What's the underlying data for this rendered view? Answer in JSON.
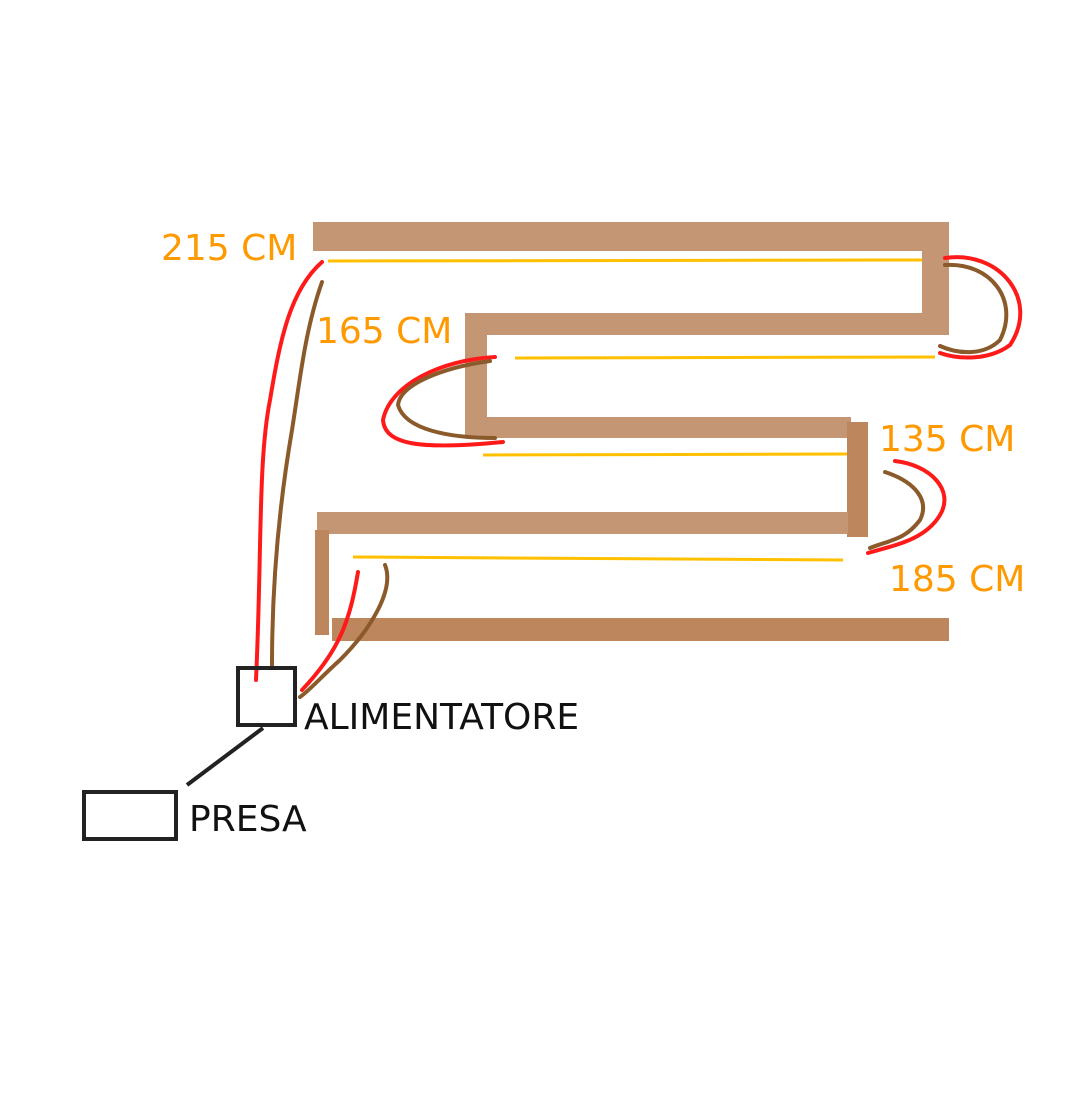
{
  "segments": [
    {
      "length_label": "215 CM"
    },
    {
      "length_label": "165 CM"
    },
    {
      "length_label": "135 CM"
    },
    {
      "length_label": "185 CM"
    }
  ],
  "devices": {
    "power_supply": "ALIMENTATORE",
    "outlet": "PRESA"
  },
  "colors": {
    "shelf": "#C49673",
    "led_strip": "#FFC000",
    "wire_positive": "#FF1A1A",
    "wire_negative": "#8B5A2B",
    "label": "#FF9900"
  }
}
